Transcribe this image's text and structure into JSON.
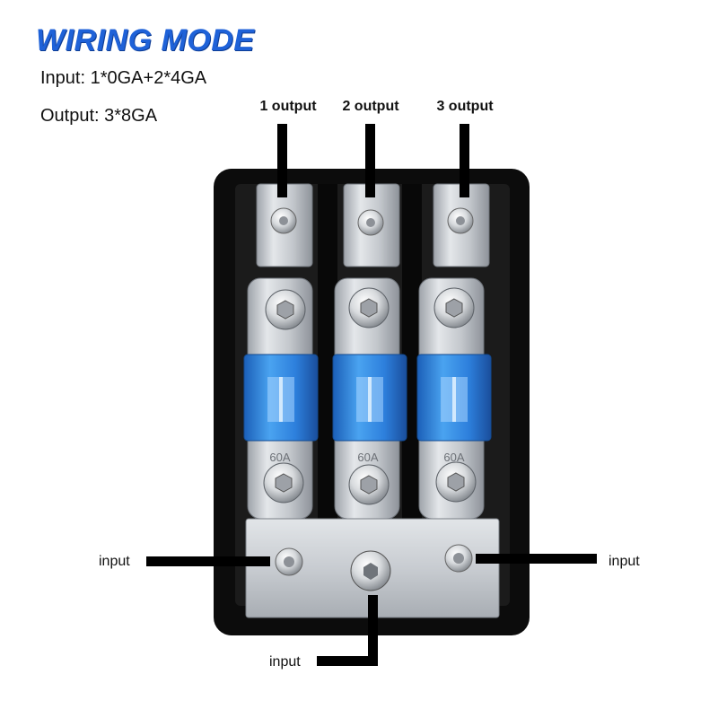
{
  "title": "WIRING MODE",
  "spec": {
    "input": "Input: 1*0GA+2*4GA",
    "output": "Output: 3*8GA"
  },
  "outputs": [
    "1 output",
    "2 output",
    "3 output"
  ],
  "inputs": {
    "left": "input",
    "right": "input",
    "bottom": "input"
  },
  "fuses": [
    {
      "rating": "60A"
    },
    {
      "rating": "60A"
    },
    {
      "rating": "60A"
    }
  ],
  "colors": {
    "title": "#1f62d8",
    "fuse": "#2d7fdc",
    "housing": "#0c0c0c",
    "metal": "#c9cdd3"
  }
}
